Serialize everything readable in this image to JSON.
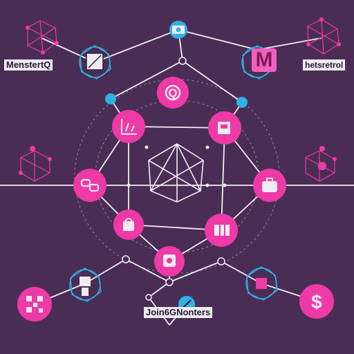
{
  "labels": {
    "top_left": "MenstertQ",
    "top_right": "hetsretrol",
    "bottom_center": "Join6GNonters",
    "logo_letter": "M",
    "center_glyph": "Q",
    "bottom_right_glyph": "$"
  },
  "colors": {
    "background": "#4a2d55",
    "node_pink": "#ee3aa6",
    "node_blue": "#2fb3e6",
    "line": "#f2eef5",
    "icon_light": "#f1eaf3"
  },
  "icons": {
    "top_center": "camera-icon",
    "top_left": "desktop-monitor-icon",
    "upper_left": "chart-icon",
    "upper_right": "cup-icon",
    "mid_left": "chain-link-icon",
    "mid_right": "briefcase-icon",
    "lower_left": "bag-icon",
    "lower_right": "tools-icon",
    "bottom_center": "pin-icon",
    "bottom_left_blue": "robot-icon",
    "bottom_left": "qr-icon",
    "bottom_center_blue": "pencil-icon",
    "bottom_right": "dollar-icon",
    "bottom_right_blue": "crate-icon"
  }
}
